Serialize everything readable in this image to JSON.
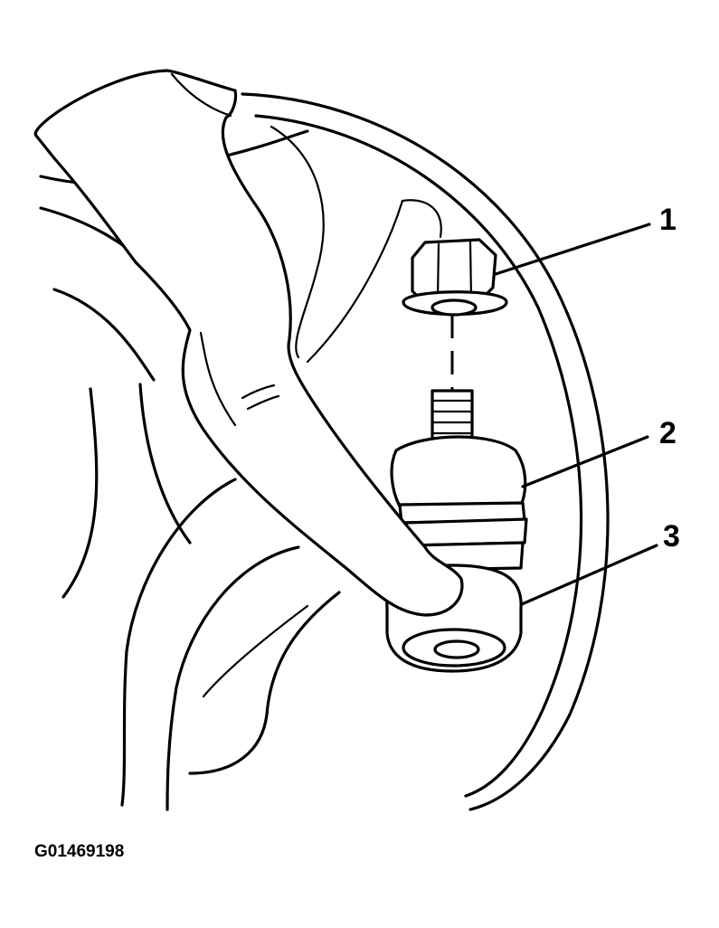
{
  "callouts": [
    {
      "number": "1",
      "part": "nut"
    },
    {
      "number": "2",
      "part": "tie-rod-end"
    },
    {
      "number": "3",
      "part": "ball-stud-boot"
    }
  ],
  "figure_id": "G01469198",
  "colors": {
    "ink": "#000000",
    "paper": "#ffffff"
  }
}
